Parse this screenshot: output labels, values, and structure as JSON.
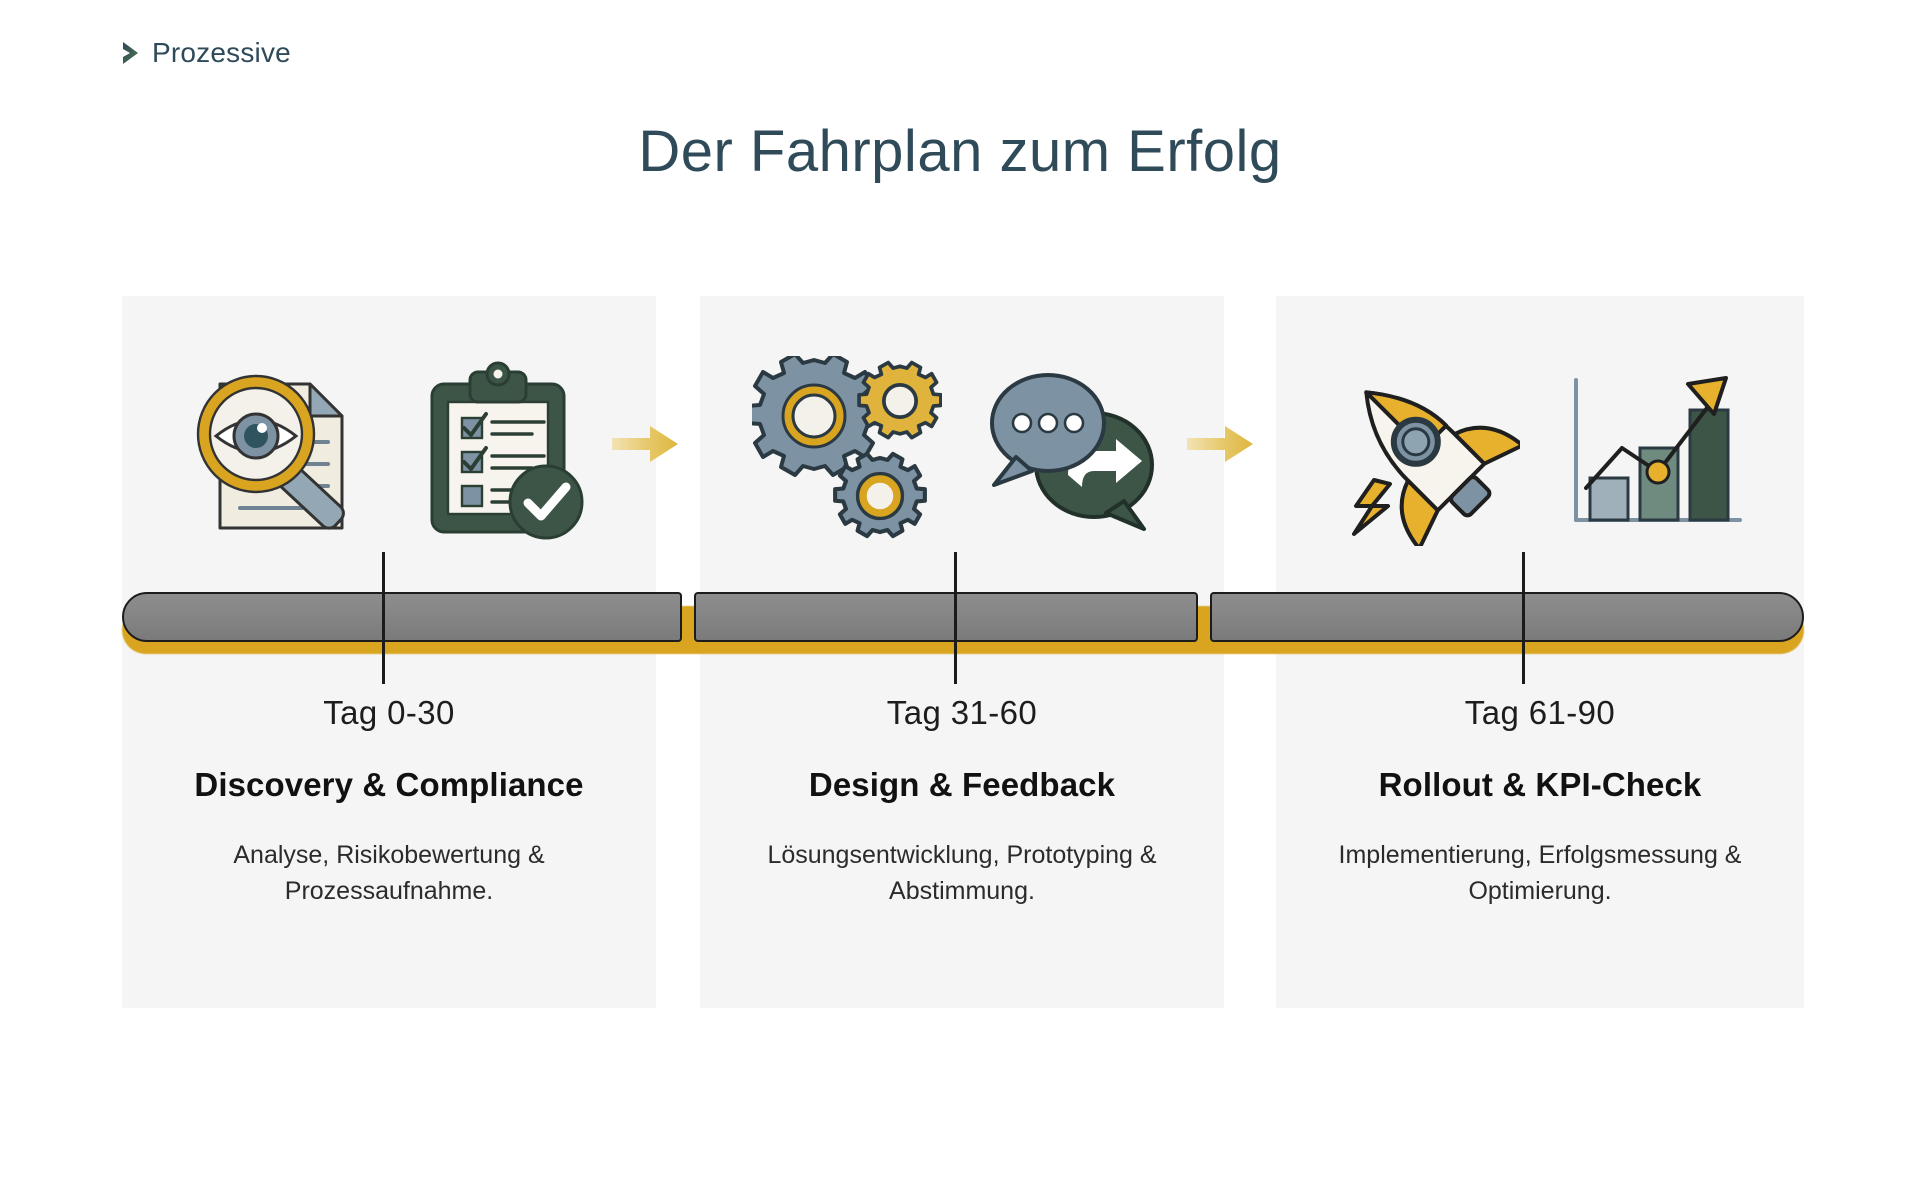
{
  "brand": {
    "name": "Prozessive",
    "chevron_icon": "chevron-right-icon",
    "color": "#2f4a58"
  },
  "header": {
    "title": "Der Fahrplan zum Erfolg",
    "title_color": "#2f4a58"
  },
  "theme": {
    "background": "#ffffff",
    "panel_bg": "#f5f5f5",
    "accent_gold": "#d9a521",
    "accent_slate": "#2f4a58",
    "accent_green": "#3c5547",
    "bar_gray": "#858585"
  },
  "connectors": [
    {
      "name": "arrow-1-2",
      "icon": "arrow-right-icon",
      "color": "#e2bb52"
    },
    {
      "name": "arrow-2-3",
      "icon": "arrow-right-icon",
      "color": "#e2bb52"
    }
  ],
  "timeline": {
    "segments": [
      "segment-phase-1",
      "segment-phase-2",
      "segment-phase-3"
    ],
    "tick_count": 3
  },
  "phases": [
    {
      "id": "phase-1",
      "tag": "Tag 0-30",
      "heading": "Discovery & Compliance",
      "description": "Analyse, Risikobewertung & Prozessaufnahme.",
      "icons": [
        "magnifier-eye-document-icon",
        "clipboard-check-icon"
      ]
    },
    {
      "id": "phase-2",
      "tag": "Tag 31-60",
      "heading": "Design & Feedback",
      "description": "Lösungsentwicklung, Prototyping & Abstimmung.",
      "icons": [
        "gears-icon",
        "speech-bubbles-reply-icon"
      ]
    },
    {
      "id": "phase-3",
      "tag": "Tag 61-90",
      "heading": "Rollout & KPI-Check",
      "description": "Implementierung, Erfolgsmessung & Optimierung.",
      "icons": [
        "rocket-icon",
        "bar-chart-growth-icon"
      ]
    }
  ]
}
